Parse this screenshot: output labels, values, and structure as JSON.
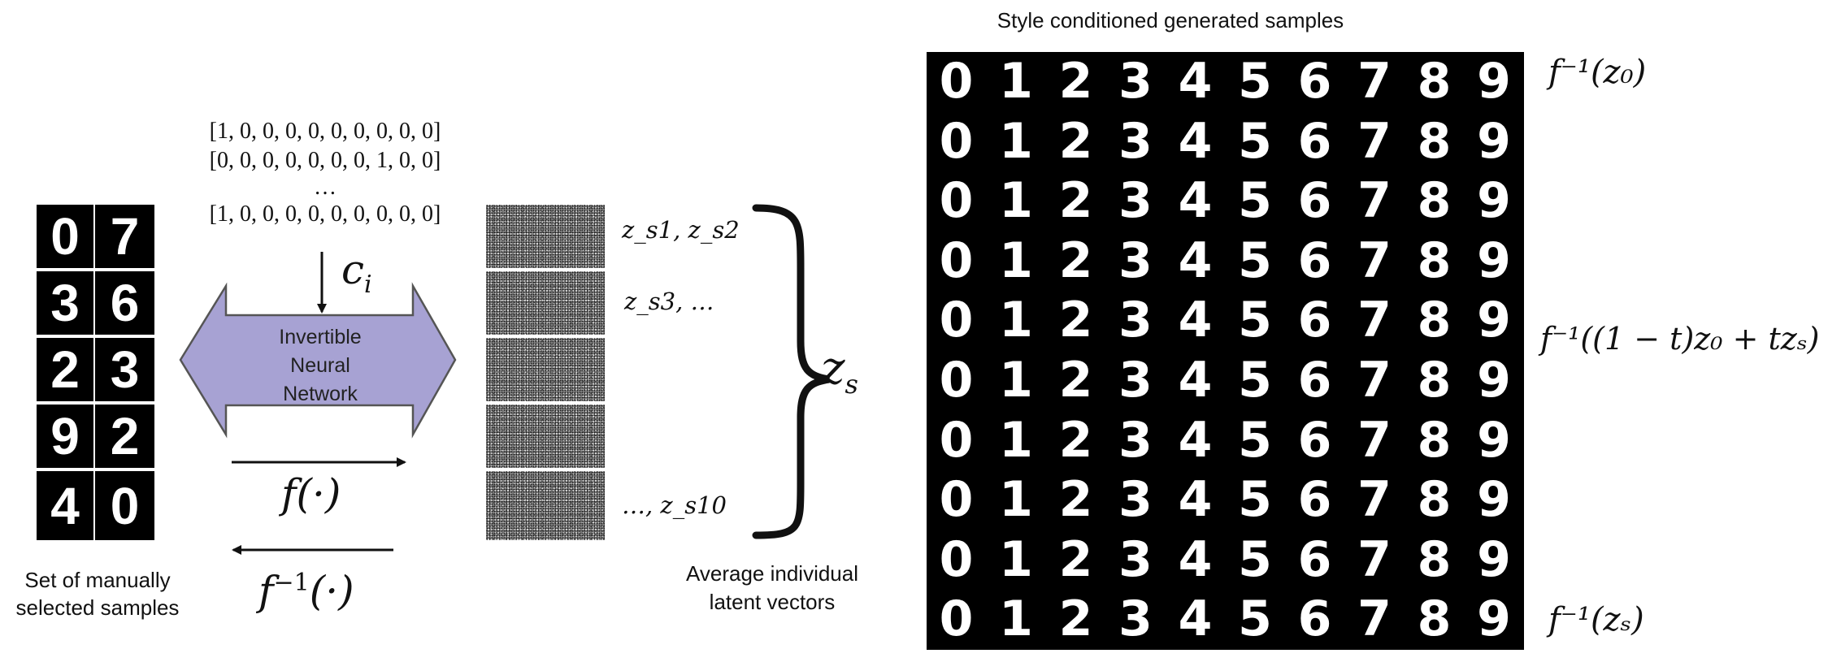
{
  "left_samples": {
    "rows": [
      [
        "0",
        "7"
      ],
      [
        "3",
        "6"
      ],
      [
        "2",
        "3"
      ],
      [
        "9",
        "2"
      ],
      [
        "4",
        "0"
      ]
    ],
    "caption_line1": "Set of manually",
    "caption_line2": "selected samples"
  },
  "condition_vectors": {
    "line1": "[1, 0, 0, 0, 0, 0, 0, 0, 0, 0]",
    "line2": "[0, 0, 0, 0, 0, 0, 0, 1, 0, 0]",
    "ellipsis": "…",
    "line3": "[1, 0, 0, 0, 0, 0, 0, 0, 0, 0]",
    "symbol": "c",
    "symbol_sub": "i"
  },
  "network": {
    "line1": "Invertible",
    "line2": "Neural",
    "line3": "Network",
    "fill_color": "#a7a2d3",
    "forward_label": "f(·)",
    "inverse_label": "f",
    "inverse_sup": "−1",
    "inverse_arg": "(·)"
  },
  "latent": {
    "label_top": "z_s1, z_s2",
    "label_mid": "z_s3, …",
    "label_bottom": "…, z_s10",
    "brace_label": "z",
    "brace_sub": "s",
    "caption_line1": "Average individual",
    "caption_line2": "latent vectors"
  },
  "generated": {
    "title": "Style conditioned generated samples",
    "digits": [
      "0",
      "1",
      "2",
      "3",
      "4",
      "5",
      "6",
      "7",
      "8",
      "9"
    ],
    "label_top": "f⁻¹(z₀)",
    "label_mid": "f⁻¹((1 − t)z₀ + tzₛ)",
    "label_bottom": "f⁻¹(zₛ)"
  }
}
